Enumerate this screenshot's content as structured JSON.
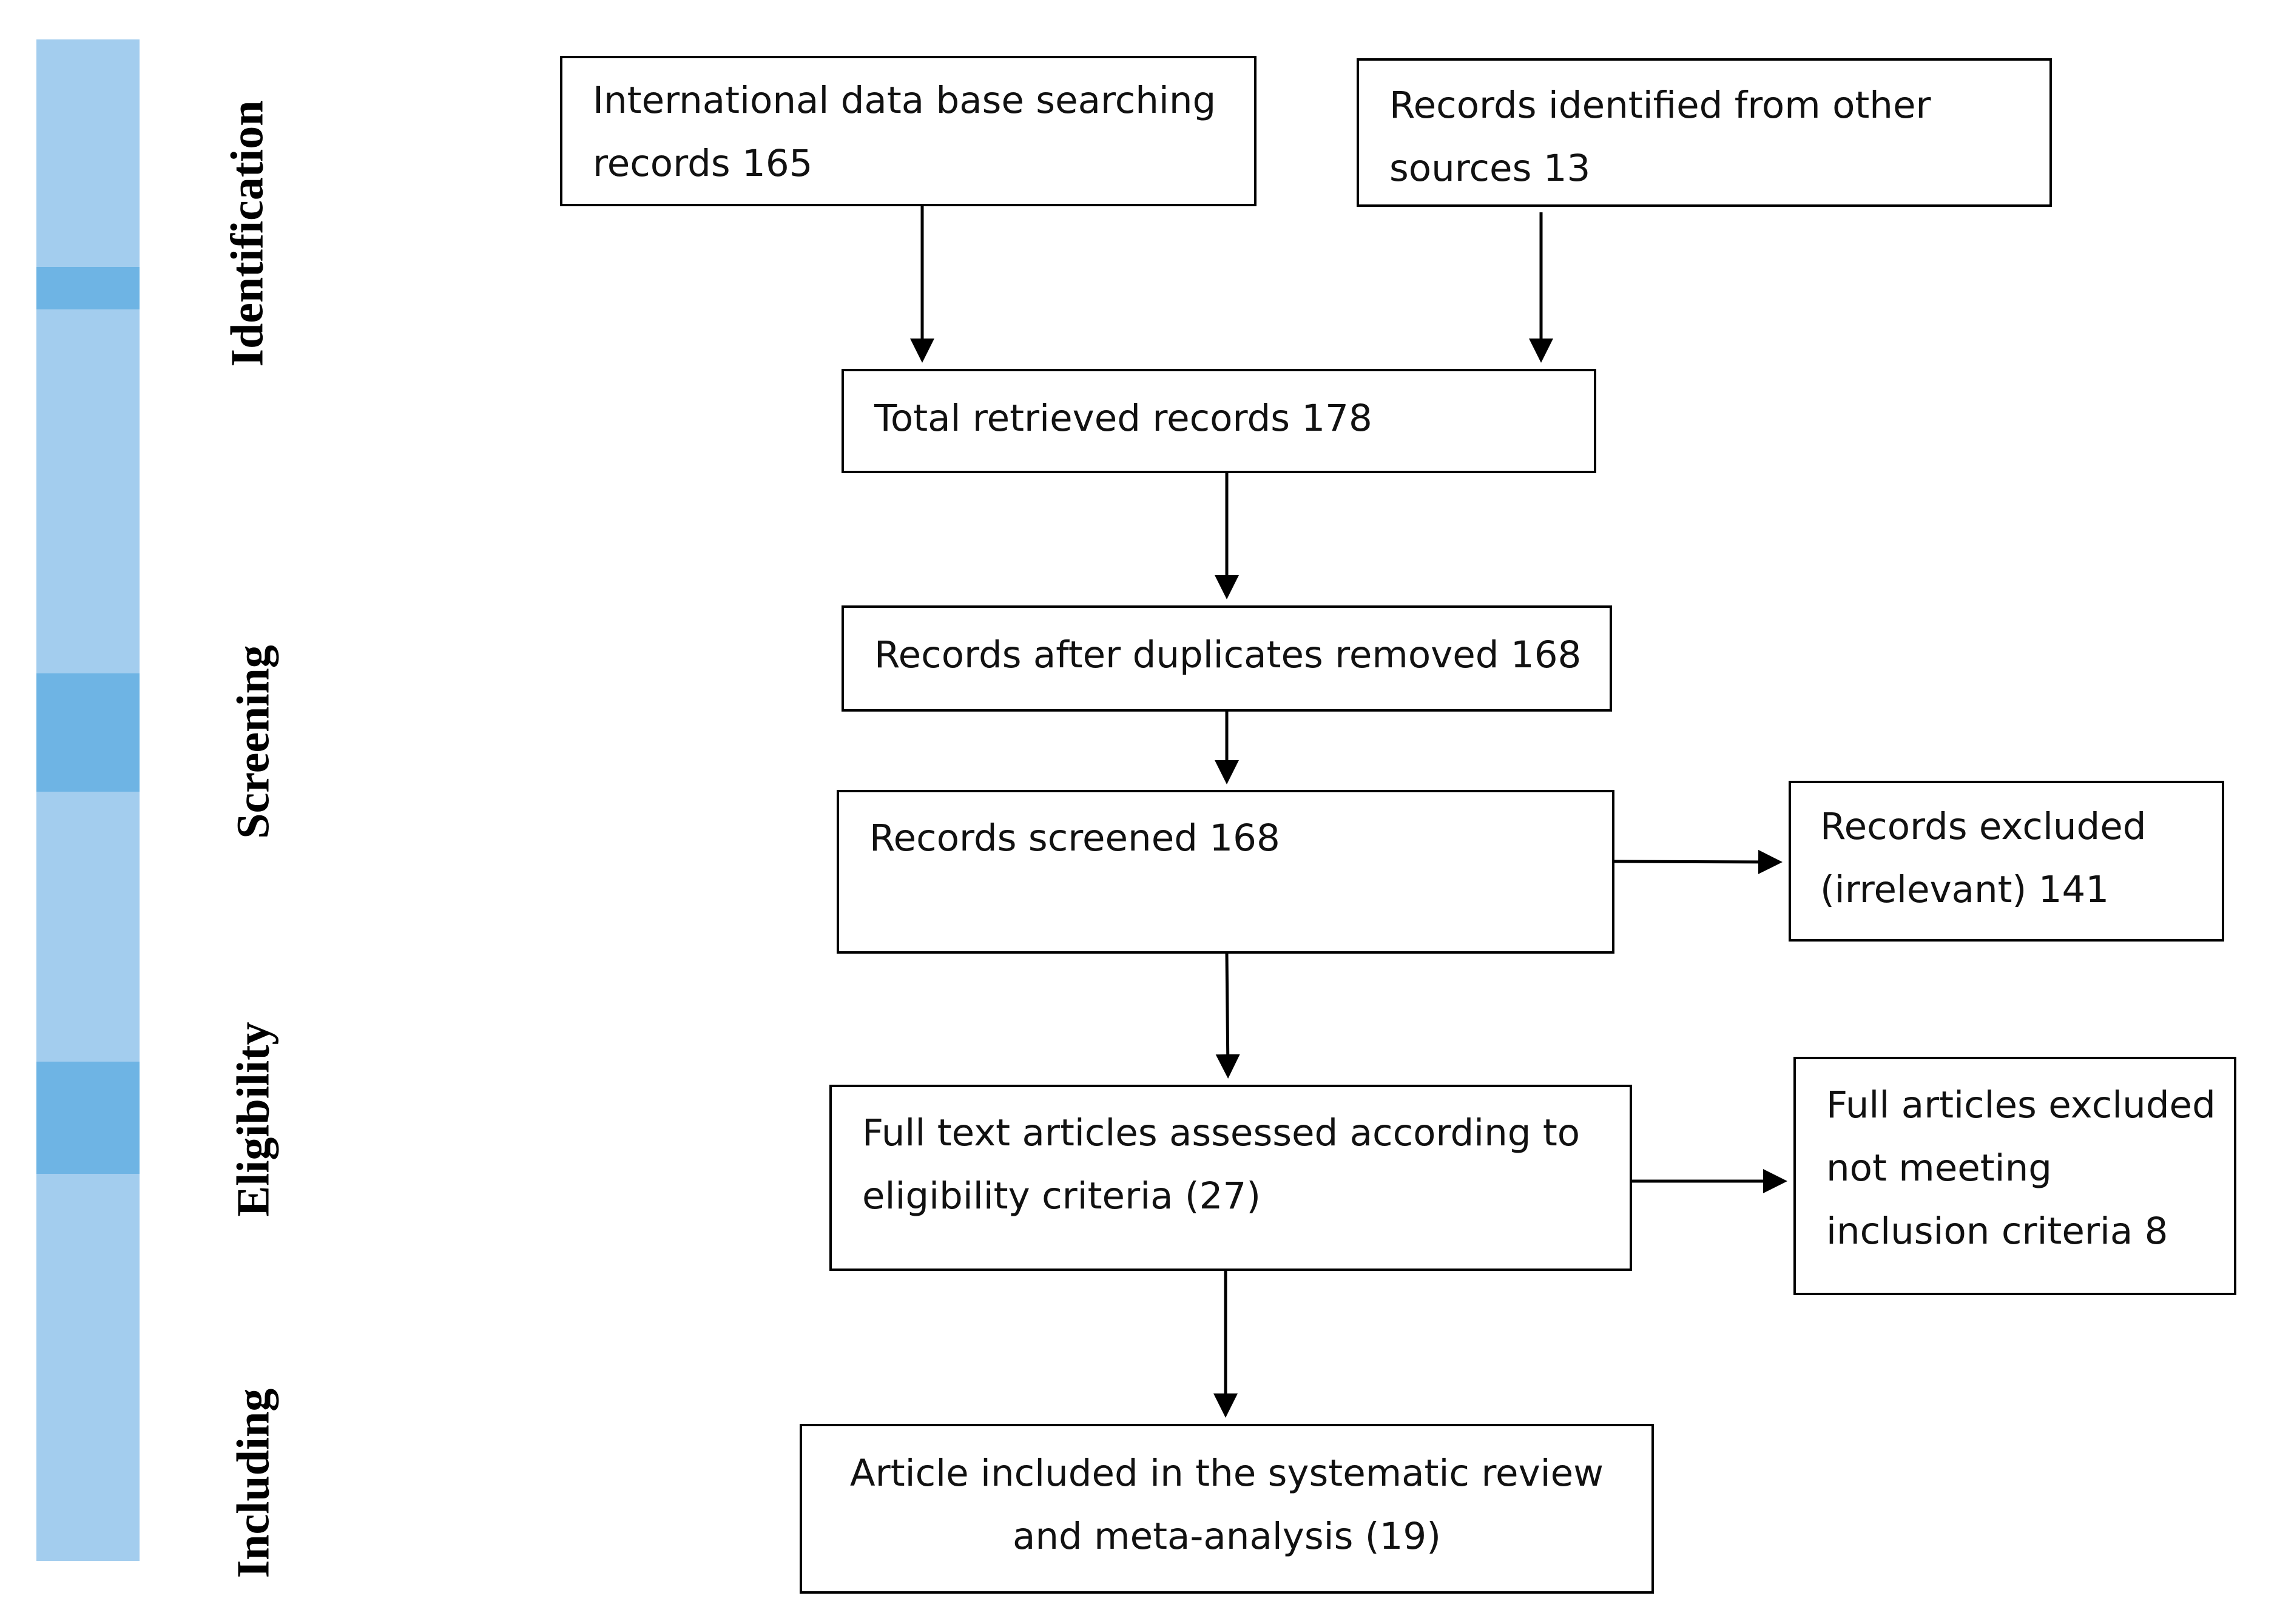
{
  "stages": {
    "identification": "Identification",
    "screening": "Screening",
    "eligibility": "Eligibility",
    "including": "Including"
  },
  "boxes": {
    "database_search": {
      "line1": "International data base searching",
      "line2": "records 165"
    },
    "other_sources": {
      "line1": "Records identified from other",
      "line2": "sources 13"
    },
    "total_retrieved": {
      "line1": "Total retrieved records 178"
    },
    "after_duplicates": {
      "line1": "Records after duplicates removed 168"
    },
    "screened": {
      "line1": "Records screened 168"
    },
    "excluded_irrelevant": {
      "line1": "Records excluded",
      "line2": "(irrelevant) 141"
    },
    "full_text_assessed": {
      "line1": "Full text articles assessed according to",
      "line2": "eligibility criteria (27)"
    },
    "full_excluded": {
      "line1": "Full articles excluded",
      "line2": "not meeting",
      "line3": "inclusion criteria 8"
    },
    "included": {
      "line1": "Article included in the systematic review",
      "line2": "and meta-analysis (19)"
    }
  },
  "colors": {
    "stage_bar": "#a3cdee",
    "stage_divider": "#6eb4e4",
    "box_border": "#000000",
    "arrow": "#000000"
  }
}
